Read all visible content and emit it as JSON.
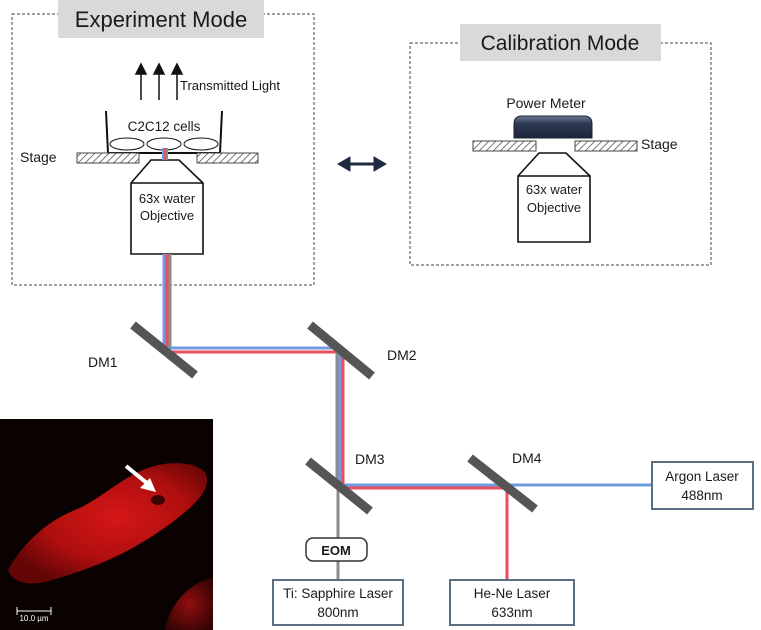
{
  "experiment_mode": {
    "title": "Experiment Mode",
    "transmitted_light_label": "Transmitted Light",
    "cells_label": "C2C12 cells",
    "stage_label": "Stage",
    "objective_line1": "63x  water",
    "objective_line2": "Objective"
  },
  "calibration_mode": {
    "title": "Calibration Mode",
    "power_meter_label": "Power Meter",
    "stage_label": "Stage",
    "objective_line1": "63x  water",
    "objective_line2": "Objective"
  },
  "mirrors": {
    "dm1": "DM1",
    "dm2": "DM2",
    "dm3": "DM3",
    "dm4": "DM4"
  },
  "components": {
    "eom": "EOM",
    "ti_sapphire_line1": "Ti: Sapphire Laser",
    "ti_sapphire_line2": "800nm",
    "hene_line1": "He-Ne Laser",
    "hene_line2": "633nm",
    "argon_line1": "Argon Laser",
    "argon_line2": "488nm"
  },
  "micrograph": {
    "scale_bar_label": "10.0 µm"
  },
  "colors": {
    "beam_blue": "#6f9be0",
    "beam_red": "#ea4d5b",
    "beam_gray": "#8c8c8c",
    "mirror": "#555555",
    "mode_title_bg": "#d9d9d9",
    "power_meter": "#2a3550",
    "box_border": "#5a6f82"
  }
}
